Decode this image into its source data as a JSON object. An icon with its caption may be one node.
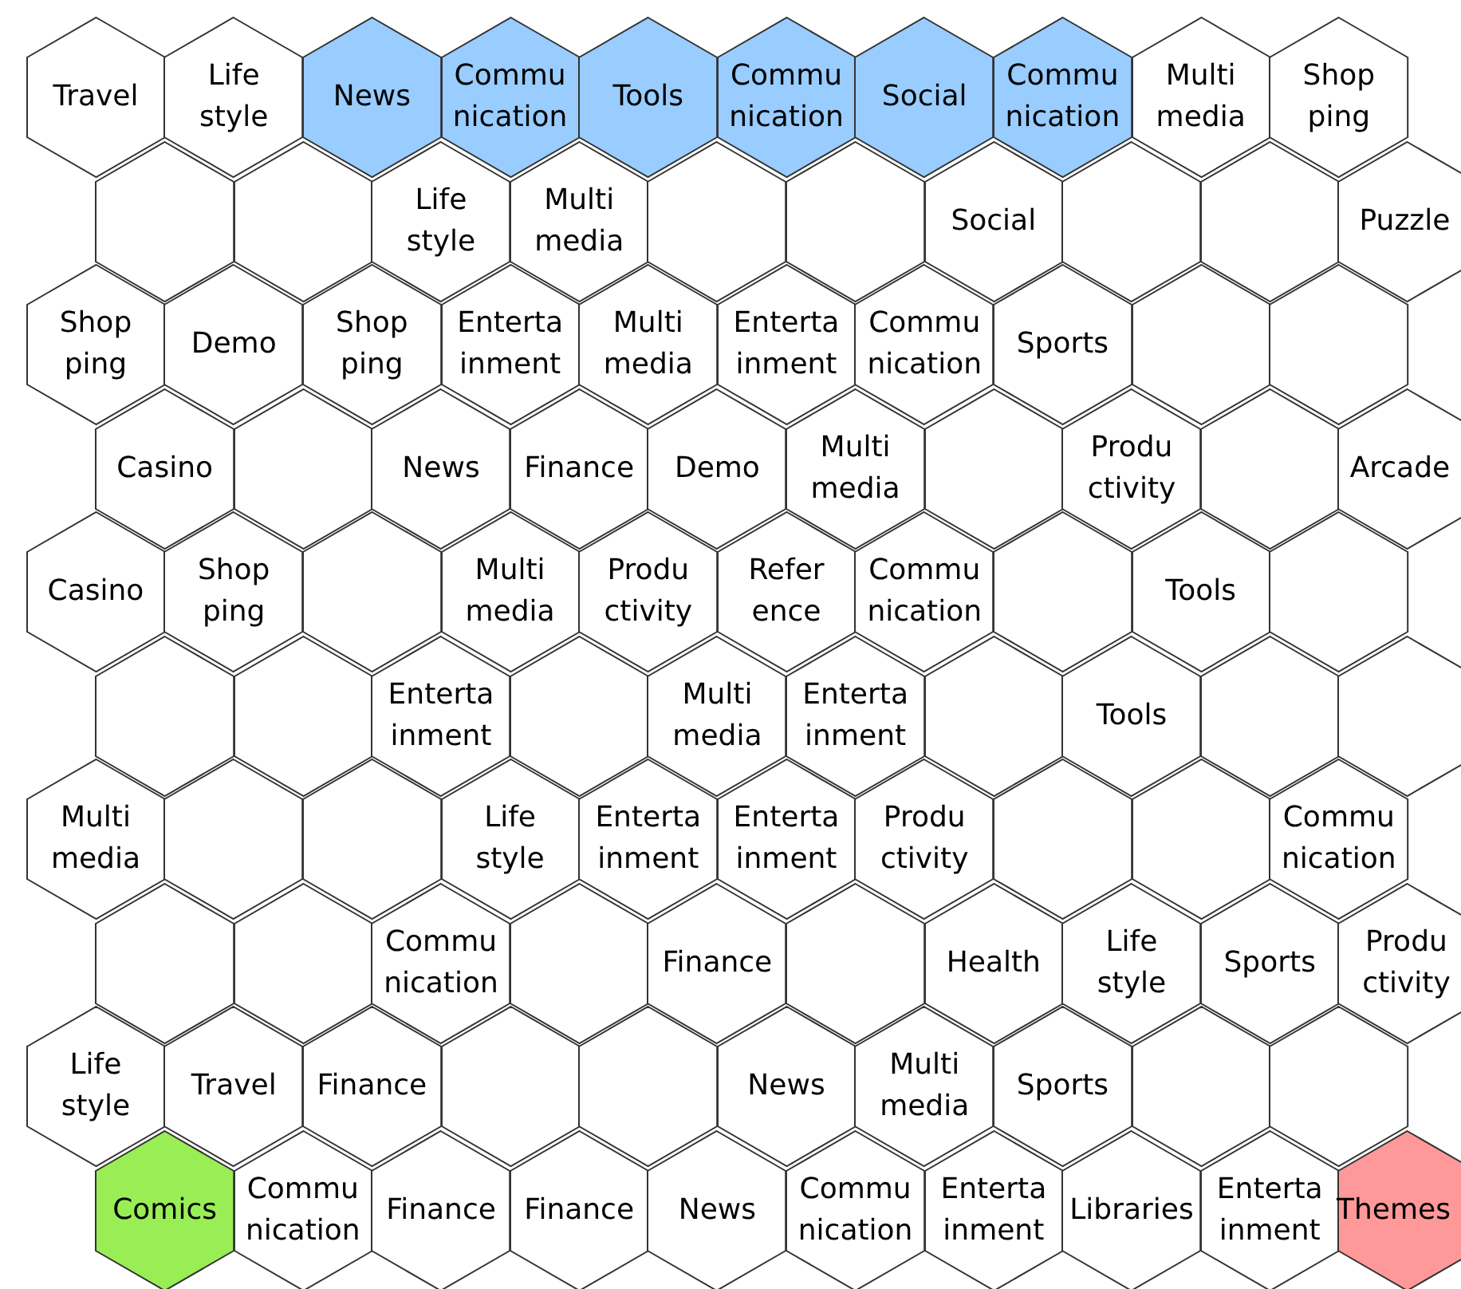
{
  "diagram": {
    "nodes": [
      {
        "text": [
          "Travel"
        ]
      },
      {
        "text": [
          "Life style"
        ]
      },
      {
        "text": [
          "News"
        ]
      },
      {
        "text": [
          "Commu nication"
        ]
      },
      {
        "text": [
          "Tools"
        ]
      },
      {
        "text": [
          "Commu nication"
        ]
      },
      {
        "text": [
          "Social"
        ]
      },
      {
        "text": [
          "Commu nication"
        ]
      },
      {
        "text": [
          "Multi media"
        ]
      },
      {
        "text": [
          "Shop ping"
        ]
      },
      {
        "text": [],
        "shape": "hexagon"
      },
      {
        "text": [],
        "shape": "hexagon"
      },
      {
        "text": [
          "Life style"
        ]
      },
      {
        "text": [
          "Multi media"
        ]
      },
      {
        "text": [],
        "shape": "hexagon"
      },
      {
        "text": [],
        "shape": "hexagon"
      },
      {
        "text": [
          "Social"
        ]
      },
      {
        "text": [],
        "shape": "hexagon"
      },
      {
        "text": [],
        "shape": "hexagon"
      },
      {
        "text": [
          "Puzzle"
        ]
      },
      {
        "text": [
          "Shop ping"
        ]
      },
      {
        "text": [
          "Demo"
        ]
      },
      {
        "text": [
          "Shop ping"
        ]
      },
      {
        "text": [
          "Enterta inment"
        ]
      },
      {
        "text": [
          "Multi media"
        ]
      },
      {
        "text": [
          "Enterta inment"
        ]
      },
      {
        "text": [
          "Commu nication"
        ]
      },
      {
        "text": [
          "Sports"
        ]
      },
      {
        "text": [],
        "shape": "hexagon"
      },
      {
        "text": [],
        "shape": "hexagon"
      },
      {
        "text": [
          "Casino"
        ]
      },
      {
        "text": [],
        "shape": "hexagon"
      },
      {
        "text": [
          "News"
        ]
      },
      {
        "text": [
          "Finance"
        ]
      },
      {
        "text": [
          "Demo"
        ]
      },
      {
        "text": [
          "Multi media"
        ]
      },
      {
        "text": [],
        "shape": "hexagon"
      },
      {
        "text": [
          "Produ ctivity"
        ]
      },
      {
        "text": [],
        "shape": "hexagon"
      },
      {
        "text": [
          "Arcade"
        ]
      },
      {
        "text": [
          "Casino"
        ]
      },
      {
        "text": [
          "Shop ping"
        ]
      },
      {
        "text": [],
        "shape": "hexagon"
      },
      {
        "text": [
          "Multi media"
        ]
      },
      {
        "text": [
          "Produ ctivity"
        ]
      },
      {
        "text": [
          "Refer ence"
        ]
      },
      {
        "text": [
          "Commu nication"
        ]
      },
      {
        "text": [],
        "shape": "hexagon"
      },
      {
        "text": [
          "Tools"
        ]
      },
      {
        "text": [],
        "shape": "hexagon"
      },
      {
        "text": [],
        "shape": "hexagon"
      },
      {
        "text": [],
        "shape": "hexagon"
      },
      {
        "text": [
          "Enterta inment"
        ]
      },
      {
        "text": [],
        "shape": "hexagon"
      },
      {
        "text": [
          "Multi media"
        ]
      },
      {
        "text": [
          "Enterta inment"
        ]
      },
      {
        "text": [],
        "shape": "hexagon"
      },
      {
        "text": [
          "Tools"
        ]
      },
      {
        "text": [],
        "shape": "hexagon"
      },
      {
        "text": [],
        "shape": "hexagon"
      },
      {
        "text": [
          "Multi media"
        ]
      },
      {
        "text": [],
        "shape": "hexagon"
      },
      {
        "text": [],
        "shape": "hexagon"
      },
      {
        "text": [
          "Life style"
        ]
      },
      {
        "text": [
          "Enterta inment"
        ]
      },
      {
        "text": [
          "Enterta inment"
        ]
      },
      {
        "text": [
          "Produ ctivity"
        ]
      },
      {
        "text": [],
        "shape": "hexagon"
      },
      {
        "text": [],
        "shape": "hexagon"
      },
      {
        "text": [
          "Commu nication"
        ]
      },
      {
        "text": [],
        "shape": "hexagon"
      },
      {
        "text": [],
        "shape": "hexagon"
      },
      {
        "text": [
          "Commu nication"
        ]
      },
      {
        "text": [],
        "shape": "hexagon"
      },
      {
        "text": [
          "Finance"
        ]
      },
      {
        "text": [],
        "shape": "hexagon"
      },
      {
        "text": [
          "Health"
        ]
      },
      {
        "text": [
          "Life style"
        ]
      },
      {
        "text": [
          "Sports"
        ]
      },
      {
        "text": [
          "Produ ctivity"
        ]
      },
      {
        "text": [
          "Life style"
        ]
      },
      {
        "text": [
          "Travel"
        ]
      },
      {
        "text": [
          "Finance"
        ]
      },
      {
        "text": [],
        "shape": "hexagon"
      },
      {
        "text": [],
        "shape": "hexagon"
      },
      {
        "text": [
          "News"
        ]
      },
      {
        "text": [
          "Multi media"
        ]
      },
      {
        "text": [
          "Sports"
        ]
      },
      {
        "text": [],
        "shape": "hexagon"
      },
      {
        "text": [],
        "shape": "hexagon"
      },
      {
        "text": [
          "Comics"
        ]
      },
      {
        "text": [
          "Commu nication"
        ]
      },
      {
        "text": [
          "Finance"
        ]
      },
      {
        "text": [
          "Finance"
        ]
      },
      {
        "text": [
          "News"
        ]
      },
      {
        "text": [
          "Commu nication"
        ]
      },
      {
        "text": [
          "Enterta inment"
        ]
      },
      {
        "text": [
          "Libraries"
        ]
      },
      {
        "text": [
          "Enterta inment"
        ]
      },
      {
        "text": [
          "Themes"
        ]
      }
    ]
  }
}
